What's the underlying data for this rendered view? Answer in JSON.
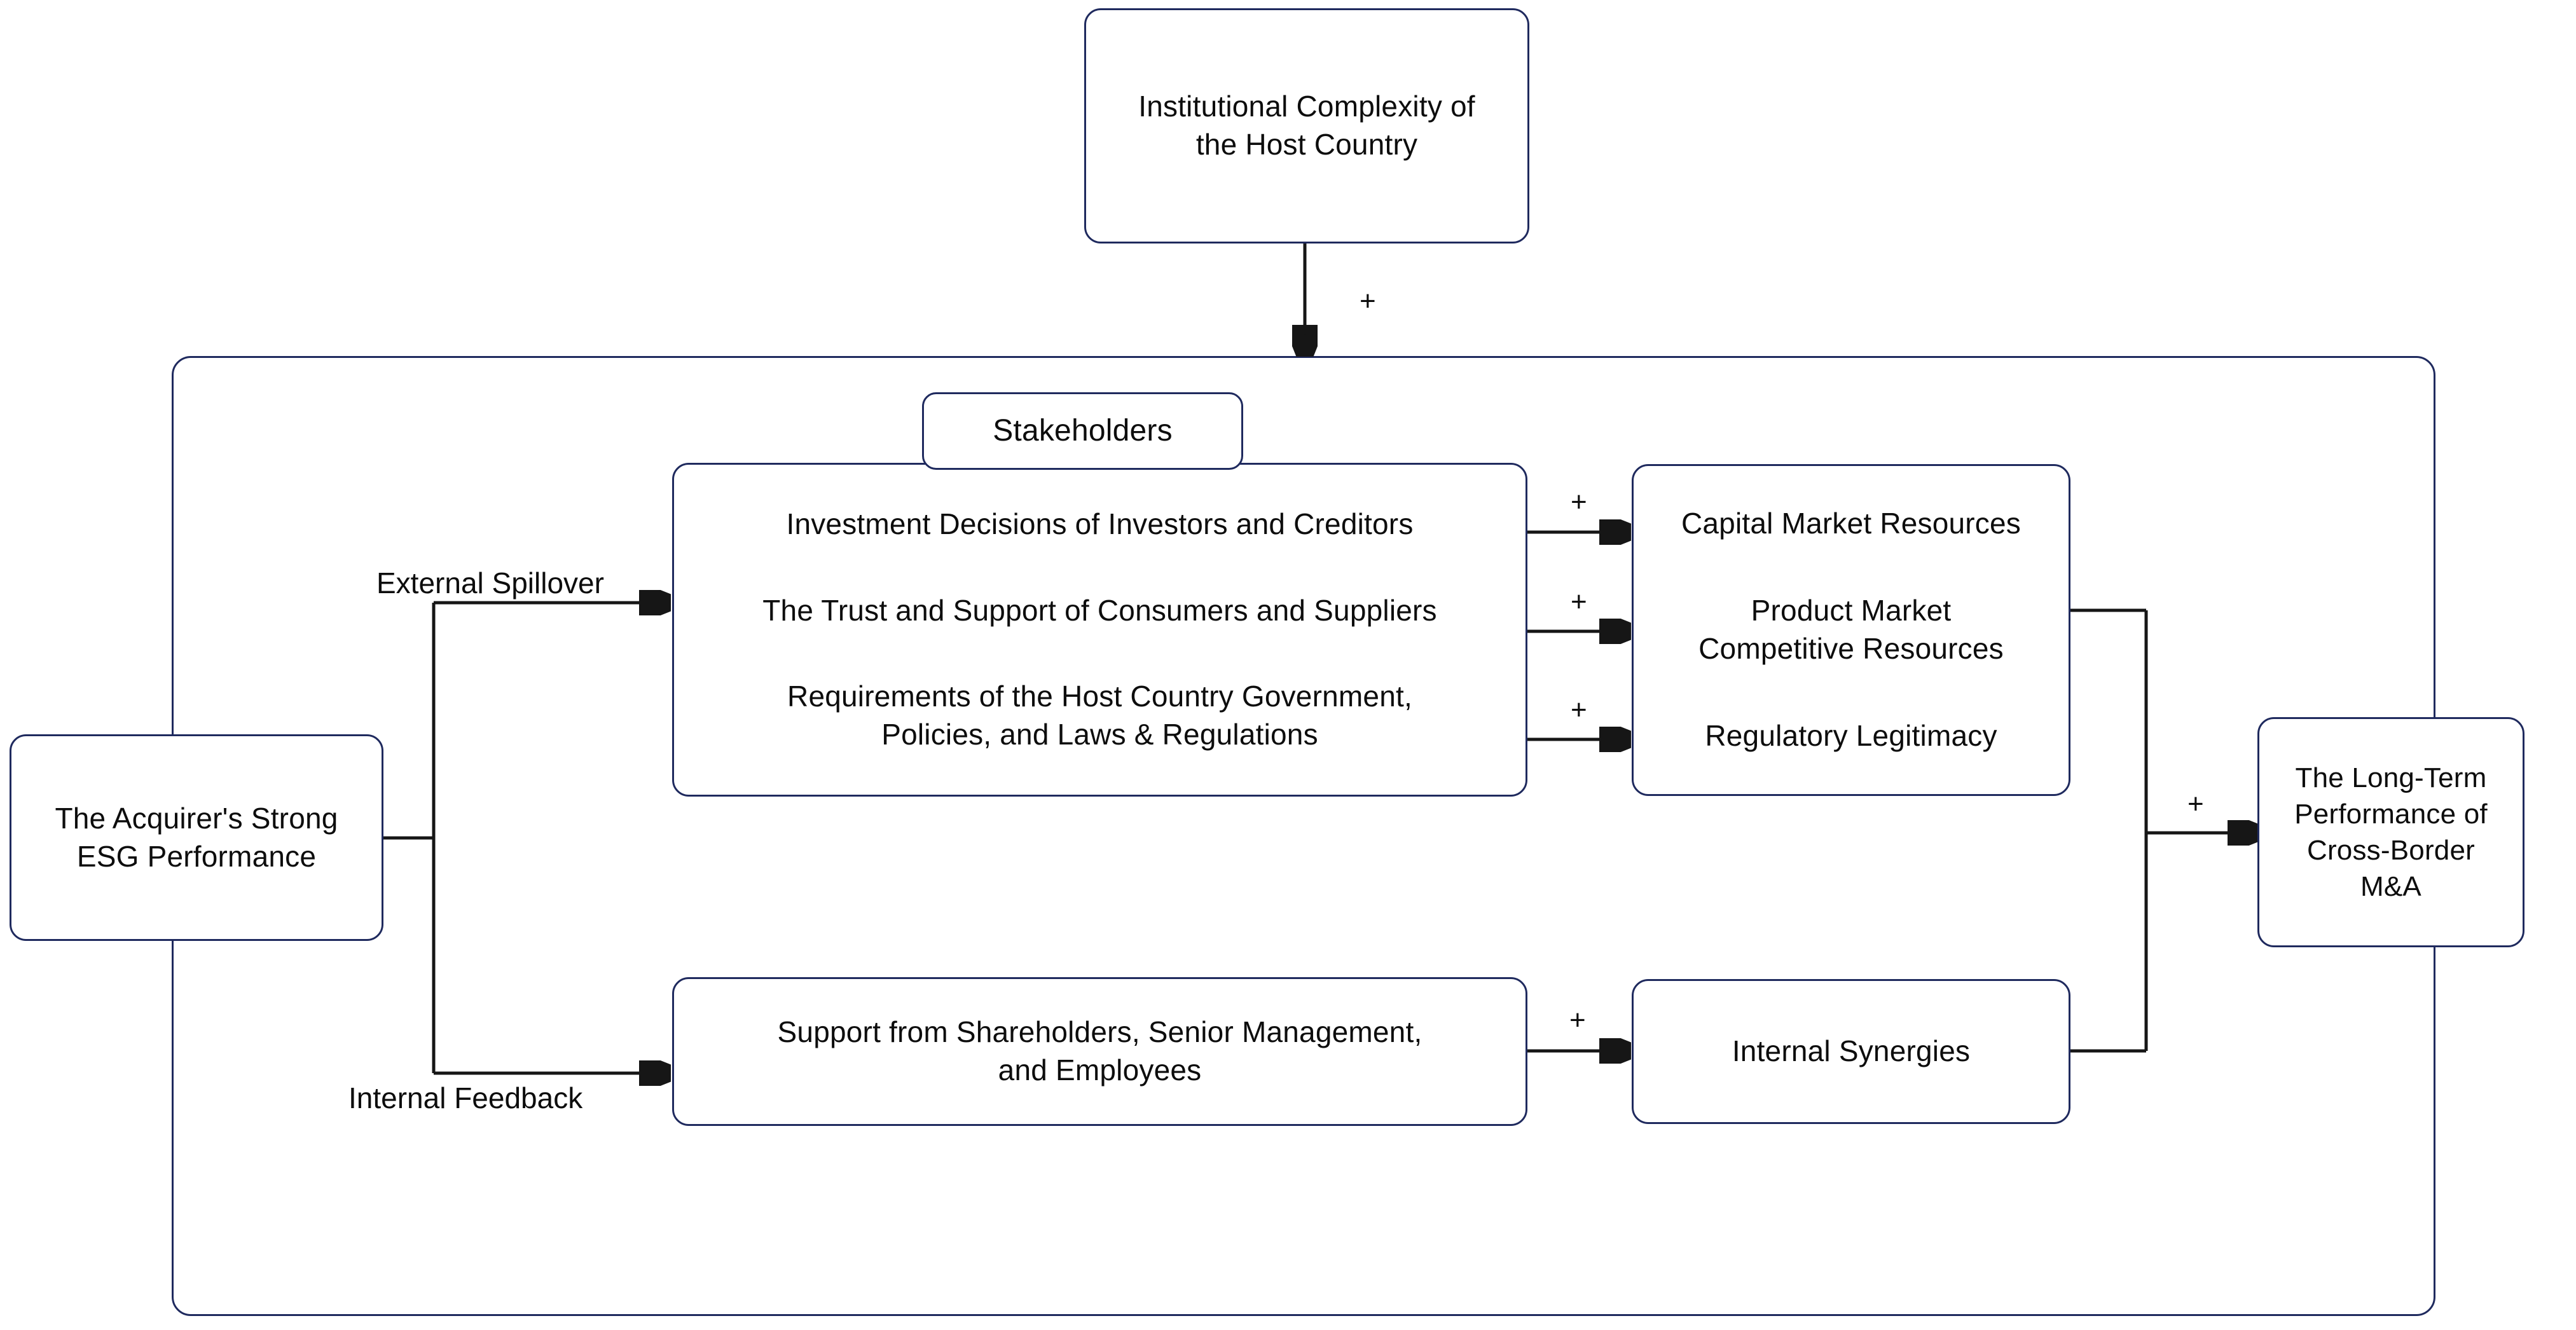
{
  "diagram": {
    "title_node": {
      "lines": [
        "Institutional Complexity of",
        "the Host Country"
      ]
    },
    "source_node": {
      "lines": [
        "The Acquirer's Strong",
        "ESG Performance"
      ]
    },
    "stakeholders_tag": "Stakeholders",
    "stakeholder_items": [
      "Investment Decisions of Investors and Creditors",
      "The Trust and Support of Consumers and Suppliers",
      "Requirements of the Host Country Government,|Policies, and Laws & Regulations"
    ],
    "stakeholder_item_lines": {
      "item1": [
        "Investment Decisions of Investors and Creditors"
      ],
      "item2": [
        "The Trust and Support of Consumers and Suppliers"
      ],
      "item3": [
        "Requirements of the Host Country Government,",
        "Policies, and Laws & Regulations"
      ]
    },
    "resources_node": {
      "lines": [
        "Capital Market Resources",
        "Product Market",
        "Competitive Resources",
        "Regulatory Legitimacy"
      ],
      "line1": "Capital Market Resources",
      "line2a": "Product Market",
      "line2b": "Competitive Resources",
      "line3": "Regulatory Legitimacy"
    },
    "internal_support_node": {
      "line1": "Support from Shareholders, Senior Management,",
      "line2": "and Employees"
    },
    "internal_synergies_node": {
      "line1": "Internal Synergies"
    },
    "outcome_node": {
      "lines": [
        "The Long-Term",
        "Performance of",
        "Cross-Border",
        "M&A"
      ],
      "line1": "The Long-Term",
      "line2": "Performance of",
      "line3": "Cross-Border",
      "line4": "M&A"
    },
    "path_labels": {
      "external_spillover": "External Spillover",
      "internal_feedback": "Internal Feedback"
    },
    "signs": {
      "moderator": "+",
      "to_capital": "+",
      "to_product": "+",
      "to_regulatory": "+",
      "to_synergies": "+",
      "to_outcome": "+"
    },
    "colors": {
      "node_border": "#1f2a5e",
      "link": "#161616",
      "text": "#0d0d0d",
      "background": "#ffffff"
    }
  }
}
